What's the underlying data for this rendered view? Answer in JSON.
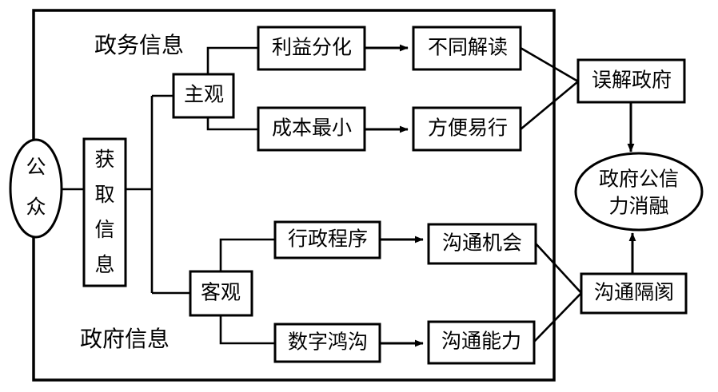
{
  "diagram": {
    "title_text": "",
    "background_color": "#ffffff",
    "stroke_color": "#000000",
    "outer_frame": {
      "label": "outer-boundary"
    },
    "free_labels": [
      {
        "id": "gov-affairs-info",
        "text": "政务信息"
      },
      {
        "id": "gov-info",
        "text": "政府信息"
      }
    ],
    "nodes": [
      {
        "id": "public",
        "text": "公众",
        "shape": "ellipse"
      },
      {
        "id": "obtain-info",
        "text": "获取信息",
        "shape": "rect-vertical"
      },
      {
        "id": "subjective",
        "text": "主观",
        "shape": "rect"
      },
      {
        "id": "objective",
        "text": "客观",
        "shape": "rect"
      },
      {
        "id": "interest-differentiation",
        "text": "利益分化",
        "shape": "rect"
      },
      {
        "id": "cost-minimization",
        "text": "成本最小",
        "shape": "rect"
      },
      {
        "id": "different-interpretation",
        "text": "不同解读",
        "shape": "rect"
      },
      {
        "id": "convenient-easy",
        "text": "方便易行",
        "shape": "rect"
      },
      {
        "id": "administrative-procedure",
        "text": "行政程序",
        "shape": "rect"
      },
      {
        "id": "digital-divide",
        "text": "数字鸿沟",
        "shape": "rect"
      },
      {
        "id": "communication-opportunity",
        "text": "沟通机会",
        "shape": "rect"
      },
      {
        "id": "communication-ability",
        "text": "沟通能力",
        "shape": "rect"
      },
      {
        "id": "misunderstand-government",
        "text": "误解政府",
        "shape": "rect"
      },
      {
        "id": "communication-barrier",
        "text": "沟通隔阂",
        "shape": "rect"
      },
      {
        "id": "credibility-dissolution",
        "text_line1": "政府公信",
        "text_line2": "力消融",
        "shape": "ellipse"
      }
    ],
    "obtain_info_chars": [
      "获",
      "取",
      "信",
      "息"
    ],
    "edges": [
      {
        "from": "public",
        "to": "obtain-info",
        "style": "plain"
      },
      {
        "from": "obtain-info",
        "to": "branch-trunk",
        "style": "plain"
      },
      {
        "from": "branch-trunk",
        "to": "subjective",
        "style": "plain"
      },
      {
        "from": "branch-trunk",
        "to": "objective",
        "style": "plain"
      },
      {
        "from": "subjective",
        "to": "interest-differentiation",
        "style": "plain"
      },
      {
        "from": "subjective",
        "to": "cost-minimization",
        "style": "plain"
      },
      {
        "from": "objective",
        "to": "administrative-procedure",
        "style": "plain"
      },
      {
        "from": "objective",
        "to": "digital-divide",
        "style": "plain"
      },
      {
        "from": "interest-differentiation",
        "to": "different-interpretation",
        "style": "arrow"
      },
      {
        "from": "cost-minimization",
        "to": "convenient-easy",
        "style": "arrow"
      },
      {
        "from": "administrative-procedure",
        "to": "communication-opportunity",
        "style": "arrow"
      },
      {
        "from": "digital-divide",
        "to": "communication-ability",
        "style": "arrow"
      },
      {
        "from": "different-interpretation",
        "to": "misunderstand-government",
        "style": "plain"
      },
      {
        "from": "convenient-easy",
        "to": "misunderstand-government",
        "style": "plain"
      },
      {
        "from": "communication-opportunity",
        "to": "communication-barrier",
        "style": "plain"
      },
      {
        "from": "communication-ability",
        "to": "communication-barrier",
        "style": "plain"
      },
      {
        "from": "misunderstand-government",
        "to": "credibility-dissolution",
        "style": "arrow"
      },
      {
        "from": "communication-barrier",
        "to": "credibility-dissolution",
        "style": "arrow"
      }
    ]
  }
}
